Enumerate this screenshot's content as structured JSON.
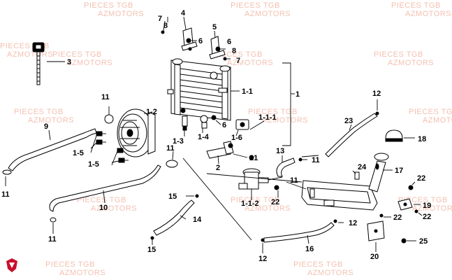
{
  "watermark": {
    "line1": "PIECES TGB",
    "line2": "AZMOTORS"
  },
  "labels": {
    "l1": "1",
    "l1_1": "1-1",
    "l1_1_1": "1-1-1",
    "l1_1_2": "1-1-2",
    "l1_2": "1-2",
    "l1_3": "1-3",
    "l1_4": "1-4",
    "l1_5": "1-5",
    "l1_6": "1-6",
    "l2": "2",
    "l3": "3",
    "l4": "4",
    "l5": "5",
    "l6": "6",
    "l7": "7",
    "l8": "8",
    "l9": "9",
    "l10": "10",
    "l11": "11",
    "l12": "12",
    "l13": "13",
    "l14": "14",
    "l15": "15",
    "l16": "16",
    "l17": "17",
    "l18": "18",
    "l19": "19",
    "l20": "20",
    "l21": "21",
    "l22": "22",
    "l23": "23",
    "l24": "24",
    "l25": "25"
  },
  "colors": {
    "watermark": "#f3c0b0",
    "logo": "#c8102e",
    "line": "#000000"
  }
}
